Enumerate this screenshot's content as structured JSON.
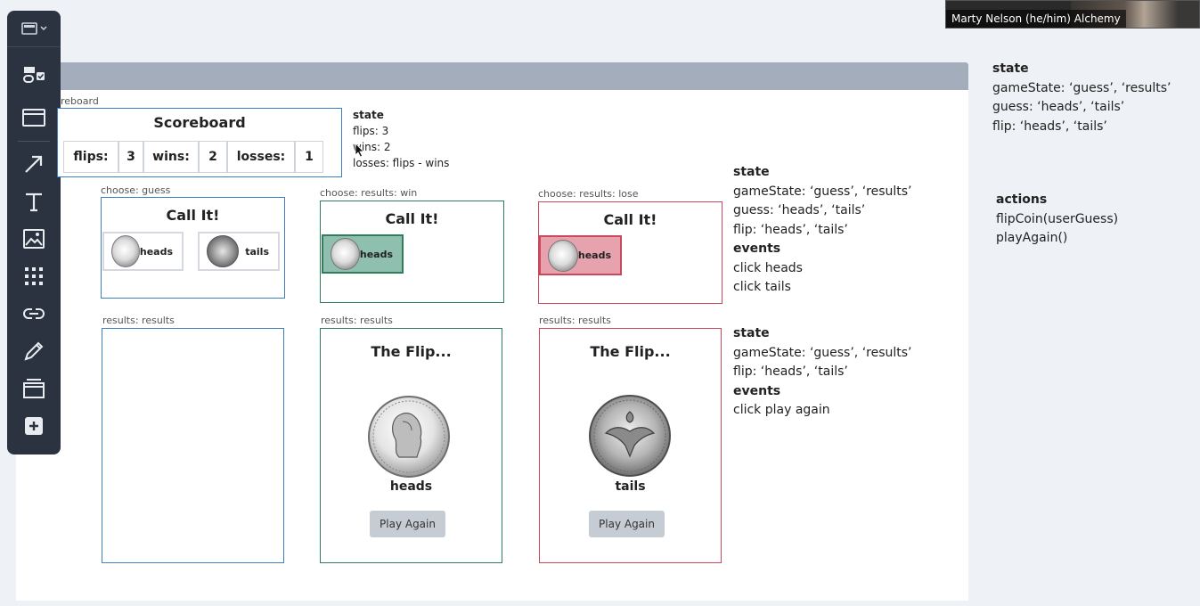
{
  "video": {
    "label": "Marty Nelson (he/him) Alchemy"
  },
  "toolbar": {
    "items": [
      {
        "icon": "frame-templates-icon"
      },
      {
        "icon": "browser-frame-icon"
      },
      {
        "icon": "arrow-icon"
      },
      {
        "icon": "text-icon"
      },
      {
        "icon": "image-icon"
      },
      {
        "icon": "apps-grid-icon"
      },
      {
        "icon": "link-icon"
      },
      {
        "icon": "pencil-icon"
      },
      {
        "icon": "frames-icon"
      },
      {
        "icon": "plus-icon"
      }
    ]
  },
  "scoreboard": {
    "frame_label": "reboard",
    "title": "Scoreboard",
    "cells": [
      "flips:",
      "3",
      "wins:",
      "2",
      "losses:",
      "1"
    ]
  },
  "scoreboard_state": {
    "heading": "state",
    "lines": [
      "flips: 3",
      "wins: 2",
      "losses: flips - wins"
    ]
  },
  "choose": [
    {
      "frame_label": "choose: guess",
      "title": "Call It!",
      "heads": "heads",
      "tails": "tails"
    },
    {
      "frame_label": "choose: results: win",
      "title": "Call It!",
      "heads": "heads"
    },
    {
      "frame_label": "choose: results: lose",
      "title": "Call It!",
      "heads": "heads"
    }
  ],
  "results": [
    {
      "frame_label": "results: results"
    },
    {
      "frame_label": "results: results",
      "title": "The Flip...",
      "coin": "heads",
      "button": "Play Again"
    },
    {
      "frame_label": "results: results",
      "title": "The Flip...",
      "coin": "tails",
      "button": "Play Again"
    }
  ],
  "choose_notes": {
    "state_heading": "state",
    "state_lines": [
      "gameState: ‘guess’, ‘results’",
      "guess: ‘heads’, ‘tails’",
      "flip: ‘heads’, ‘tails’"
    ],
    "events_heading": "events",
    "events_lines": [
      "click heads",
      "click tails"
    ]
  },
  "results_notes": {
    "state_heading": "state",
    "state_lines": [
      "gameState: ‘guess’, ‘results’",
      "flip: ‘heads’, ‘tails’"
    ],
    "events_heading": "events",
    "events_lines": [
      "click play again"
    ]
  },
  "app_notes": {
    "state_heading": "state",
    "state_lines": [
      "gameState: ‘guess’, ‘results’",
      "guess: ‘heads’, ‘tails’",
      "flip: ‘heads’, ‘tails’"
    ],
    "actions_heading": "actions",
    "actions_lines": [
      "flipCoin(userGuess)",
      "playAgain()"
    ]
  },
  "colors": {
    "blue": "#3f7fbf",
    "green": "#2e7d5b",
    "red": "#c9485b",
    "toolbar": "#2b3340"
  }
}
